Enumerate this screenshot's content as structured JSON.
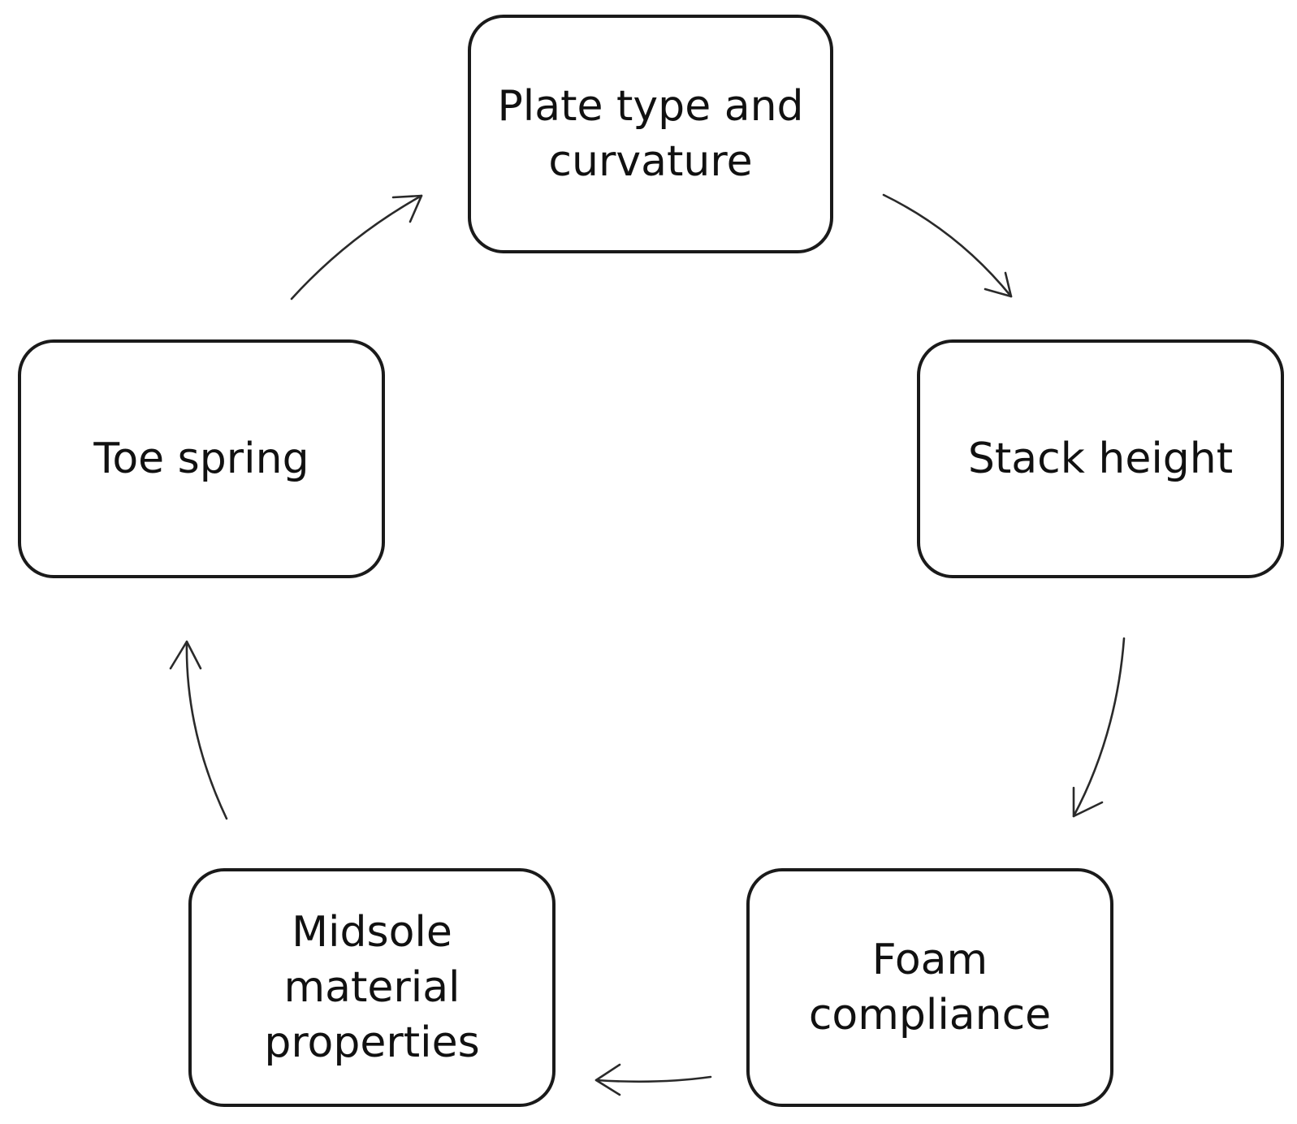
{
  "diagram": {
    "nodes": [
      {
        "id": "plate",
        "label": "Plate type and curvature"
      },
      {
        "id": "stack",
        "label": "Stack height"
      },
      {
        "id": "foam",
        "label": "Foam compliance"
      },
      {
        "id": "midsole",
        "label": "Midsole material properties"
      },
      {
        "id": "toe",
        "label": "Toe spring"
      }
    ],
    "edges": [
      {
        "from": "plate",
        "to": "stack"
      },
      {
        "from": "stack",
        "to": "foam"
      },
      {
        "from": "foam",
        "to": "midsole"
      },
      {
        "from": "midsole",
        "to": "toe"
      },
      {
        "from": "toe",
        "to": "plate"
      }
    ],
    "line_color": "#1a1a1a",
    "background_color": "#ffffff"
  }
}
